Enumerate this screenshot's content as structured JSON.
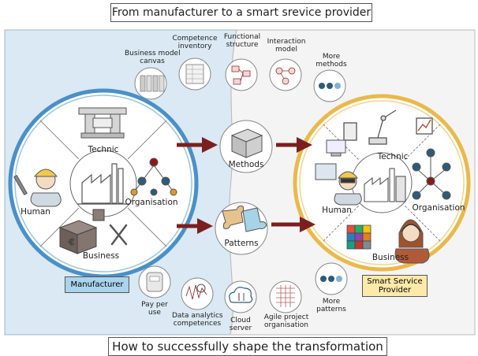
{
  "titles": {
    "top": "From manufacturer to a smart srevice provider",
    "bottom": "How to successfully shape the transformation"
  },
  "manufacturer": {
    "tag": "Manufacturer",
    "segments": {
      "technic": "Technic",
      "human": "Human",
      "organisation": "Organisation",
      "business": "Business"
    }
  },
  "ssp": {
    "tag_line1": "Smart Service",
    "tag_line2": "Provider",
    "segments": {
      "technic": "Technic",
      "human": "Human",
      "organisation": "Organisation",
      "business": "Business"
    }
  },
  "center": {
    "methods": "Methods",
    "patterns": "Patterns"
  },
  "methods_items": {
    "bmc_line1": "Business model",
    "bmc_line2": "canvas",
    "ci_line1": "Competence",
    "ci_line2": "inventory",
    "fs_line1": "Functional",
    "fs_line2": "structure",
    "im_line1": "Interaction",
    "im_line2": "model",
    "more_line1": "More",
    "more_line2": "methods"
  },
  "patterns_items": {
    "ppu_line1": "Pay per",
    "ppu_line2": "use",
    "da_line1": "Data analytics",
    "da_line2": "competences",
    "cs_line1": "Cloud",
    "cs_line2": "server",
    "ap_line1": "Agile project",
    "ap_line2": "organisation",
    "more_line1": "More",
    "more_line2": "patterns"
  },
  "colors": {
    "left_panel": "#dae9f3",
    "manufacturer_ring": "#4a90c8",
    "ssp_ring": "#eab94c",
    "arrow": "#7a1f1f",
    "dots": "#2f5b78"
  },
  "icons": [
    "lathe-machine-icon",
    "factory-icon",
    "worker-icon",
    "org-chart-icon",
    "euro-cube-icon",
    "tools-icon",
    "robot-arm-icon",
    "rubik-cube-icon",
    "headset-woman-icon",
    "puzzle-icon",
    "box-icon",
    "cloud-icon"
  ]
}
